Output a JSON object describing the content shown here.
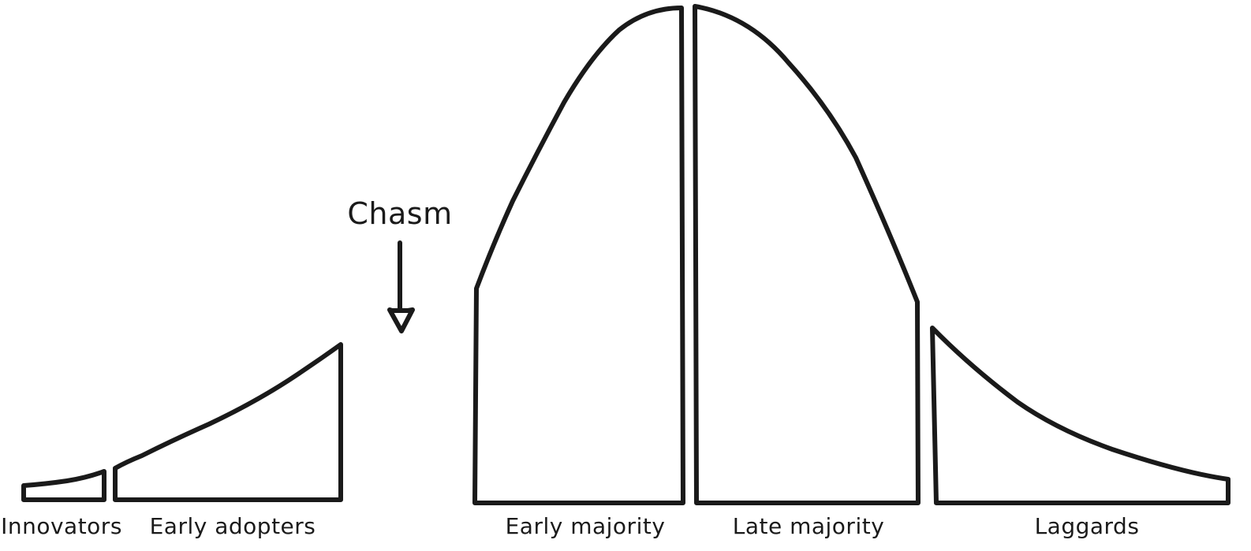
{
  "diagram": {
    "segments": [
      {
        "label": "Innovators"
      },
      {
        "label": "Early adopters"
      },
      {
        "label": "Early majority"
      },
      {
        "label": "Late majority"
      },
      {
        "label": "Laggards"
      }
    ],
    "annotation": {
      "label": "Chasm"
    },
    "colors": {
      "stroke": "#1a1a1a",
      "background": "#ffffff"
    }
  }
}
